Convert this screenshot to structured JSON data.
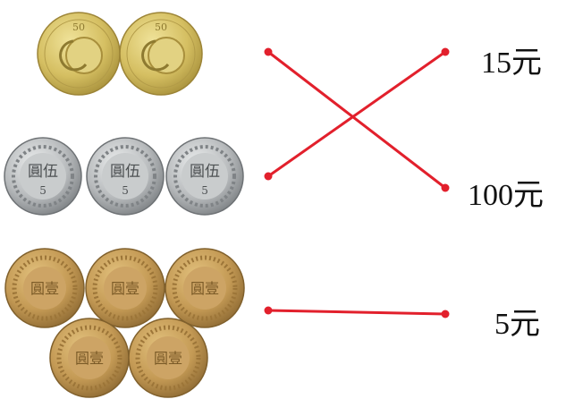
{
  "amounts": {
    "a": "15元",
    "b": "100元",
    "c": "5元"
  },
  "coins": {
    "fifty": {
      "top_text": "50",
      "count": 2
    },
    "five": {
      "face_text": "圓伍",
      "value_text": "5",
      "count": 3
    },
    "one": {
      "face_text": "圓壹",
      "count": 5
    }
  },
  "matches": [
    {
      "coin_group": "fifty",
      "amount": "100元"
    },
    {
      "coin_group": "five",
      "amount": "15元"
    },
    {
      "coin_group": "one",
      "amount": "5元"
    }
  ],
  "colors": {
    "line": "#e2202c",
    "gold": "#d8c46a",
    "silver": "#b9bcbf",
    "bronze": "#c49a55"
  }
}
